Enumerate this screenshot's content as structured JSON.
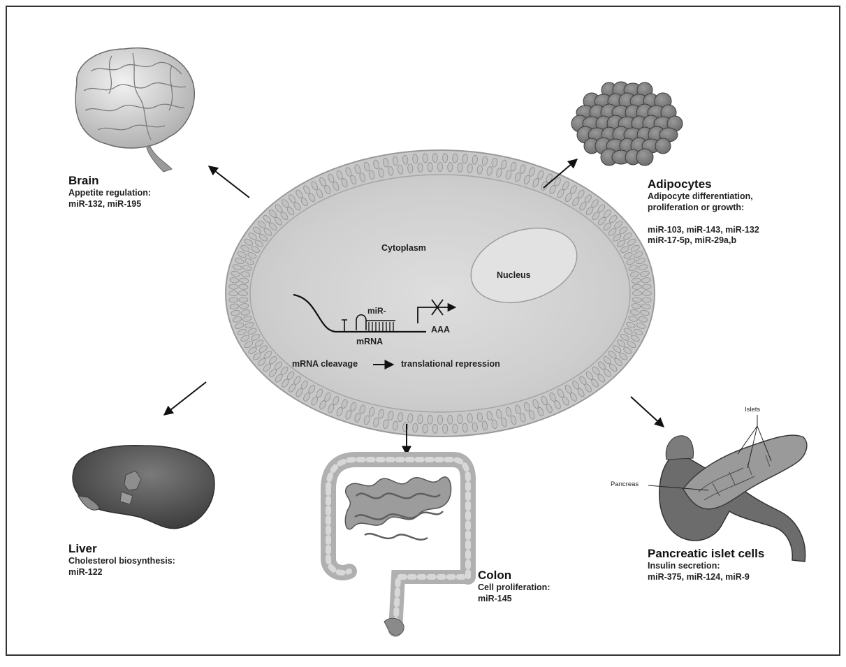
{
  "organs": {
    "brain": {
      "title": "Brain",
      "lines": [
        "Appetite regulation:",
        "miR-132, miR-195"
      ],
      "icon": "brain-icon"
    },
    "adipocytes": {
      "title": "Adipocytes",
      "lines": [
        "Adipocyte differentiation,",
        "proliferation or growth:",
        "",
        "miR-103, miR-143, miR-132",
        "miR-17-5p, miR-29a,b"
      ],
      "icon": "adipocytes-icon"
    },
    "liver": {
      "title": "Liver",
      "lines": [
        "Cholesterol biosynthesis:",
        "miR-122"
      ],
      "icon": "liver-icon"
    },
    "colon": {
      "title": "Colon",
      "lines": [
        "Cell proliferation:",
        "miR-145"
      ],
      "icon": "colon-icon"
    },
    "pancreas": {
      "title": "Pancreatic islet cells",
      "lines": [
        "Insulin secretion:",
        "miR-375, miR-124, miR-9"
      ],
      "icon": "pancreas-icon",
      "islets_label": "Islets",
      "pancreas_label": "Pancreas"
    }
  },
  "cell": {
    "cytoplasm": "Cytoplasm",
    "nucleus": "Nucleus",
    "mirna": "miR-",
    "mrna": "mRNA",
    "polya": "AAA",
    "cleavage": "mRNA cleavage",
    "repression": "translational repression"
  },
  "colors": {
    "border": "#333333",
    "membrane": "#b5b5b5",
    "cytoplasm": "#d6d6d6",
    "nucleus": "#dcdcdc",
    "organ_dark": "#5a5a5a",
    "arrow": "#111111"
  }
}
